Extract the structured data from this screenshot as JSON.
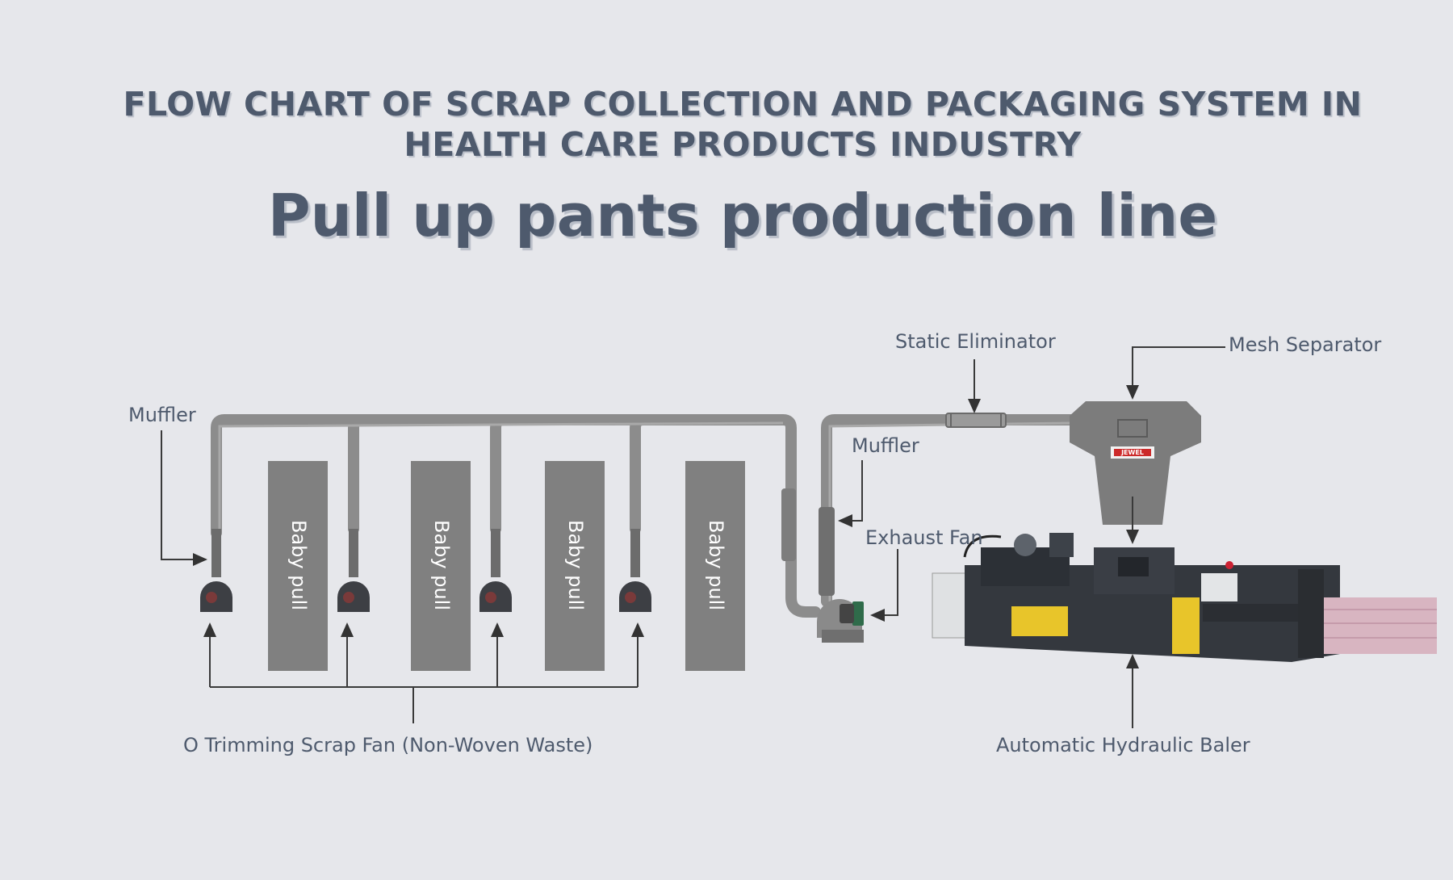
{
  "title": {
    "line1": "FLOW CHART OF SCRAP COLLECTION AND PACKAGING SYSTEM IN",
    "line2": "HEALTH CARE PRODUCTS INDUSTRY",
    "subtitle": "Pull up pants production line"
  },
  "labels": {
    "muffler_left": "Muffler",
    "muffler_right": "Muffler",
    "static_eliminator": "Static Eliminator",
    "mesh_separator": "Mesh Separator",
    "exhaust_fan": "Exhaust Fan",
    "trimming_fan": "O Trimming Scrap Fan (Non-Woven Waste)",
    "baler": "Automatic Hydraulic Baler"
  },
  "machines": [
    "Baby pull",
    "Baby pull",
    "Baby pull",
    "Baby pull"
  ],
  "brand_logo_text": "JEWEL",
  "colors": {
    "background": "#e6e7eb",
    "text": "#4e5a6d",
    "duct": "#8a8a8a",
    "machine": "#808080",
    "baler_body": "#33373d",
    "baler_accent": "#e8c52a",
    "bales": "#d7b7c3"
  }
}
